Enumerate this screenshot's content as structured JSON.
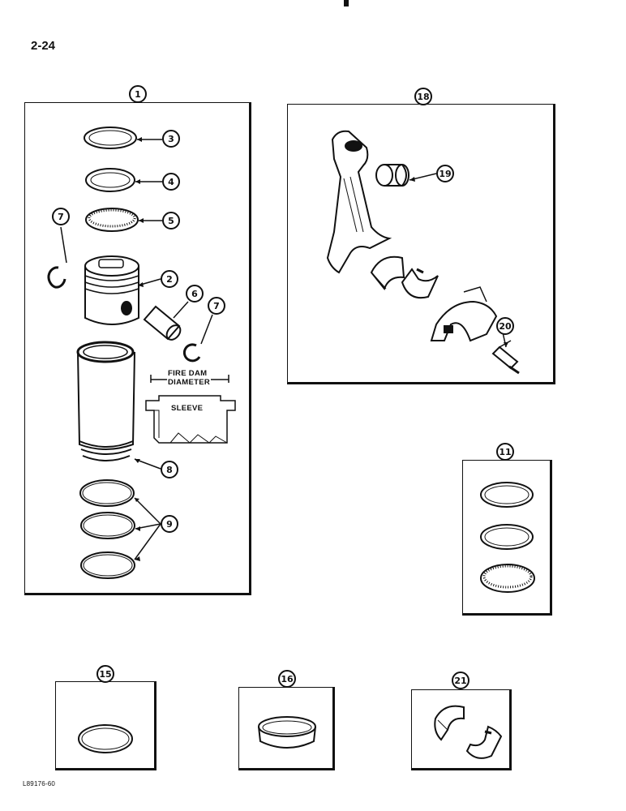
{
  "page": {
    "number": "2-24",
    "footer_code": "L89176-60"
  },
  "sleeve_detail": {
    "line1": "FIRE DAM",
    "line2": "DIAMETER",
    "sleeve_label": "SLEEVE"
  },
  "callouts": {
    "c1": "1",
    "c2": "2",
    "c3": "3",
    "c4": "4",
    "c5": "5",
    "c6": "6",
    "c7a": "7",
    "c7b": "7",
    "c8": "8",
    "c9": "9",
    "c11": "11",
    "c15": "15",
    "c16": "16",
    "c18": "18",
    "c19": "19",
    "c20": "20",
    "c21": "21"
  },
  "icons": [
    "piston-ring-icon",
    "piston-icon",
    "piston-pin-icon",
    "snap-ring-icon",
    "cylinder-sleeve-icon",
    "connecting-rod-icon",
    "bushing-icon",
    "bearing-shell-icon",
    "rod-cap-icon",
    "rod-bolt-icon",
    "seal-ring-icon",
    "shim-band-icon"
  ]
}
